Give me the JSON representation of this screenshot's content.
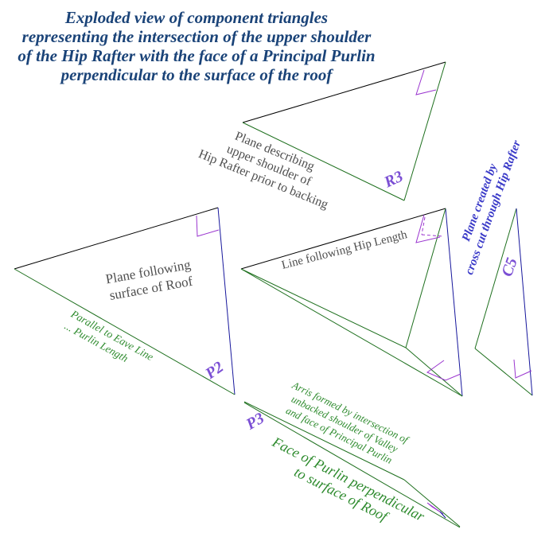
{
  "title": {
    "lines": [
      "Exploded view of component triangles",
      "representing the intersection of the upper shoulder",
      "of the Hip Rafter with the face of a Principal Purlin",
      "perpendicular to the surface of the roof"
    ]
  },
  "labels": {
    "r3": "R3",
    "p2": "P2",
    "p3": "P3",
    "c5": "C5"
  },
  "captions": {
    "r3": [
      "Plane describing",
      "upper shoulder of",
      "Hip Rafter prior to backing"
    ],
    "p2": [
      "Plane following",
      "surface of Roof"
    ],
    "p2_edge": [
      "Parallel to Eave Line",
      "... Purlin Length"
    ],
    "mid": [
      "Line following Hip Length"
    ],
    "cross": [
      "Plane created by",
      "cross cut through Hip Rafter"
    ],
    "arris": [
      "Arris formed by intersection of",
      "unbacked shoulder of Valley",
      "and face of Principal Purlin"
    ],
    "face": [
      "Face of Purlin perpendicular",
      "to surface of Roof"
    ]
  },
  "colors": {
    "title_text": "#1a4378",
    "caption_gray": "#4f4f4f",
    "line_black": "#000000",
    "line_green": "#1d6f1d",
    "line_blue": "#16169c",
    "marker_purple": "#9a35cf",
    "label_purple": "#7b4fd4",
    "text_green": "#2e8b2e",
    "text_blue": "#3a3ac8"
  }
}
